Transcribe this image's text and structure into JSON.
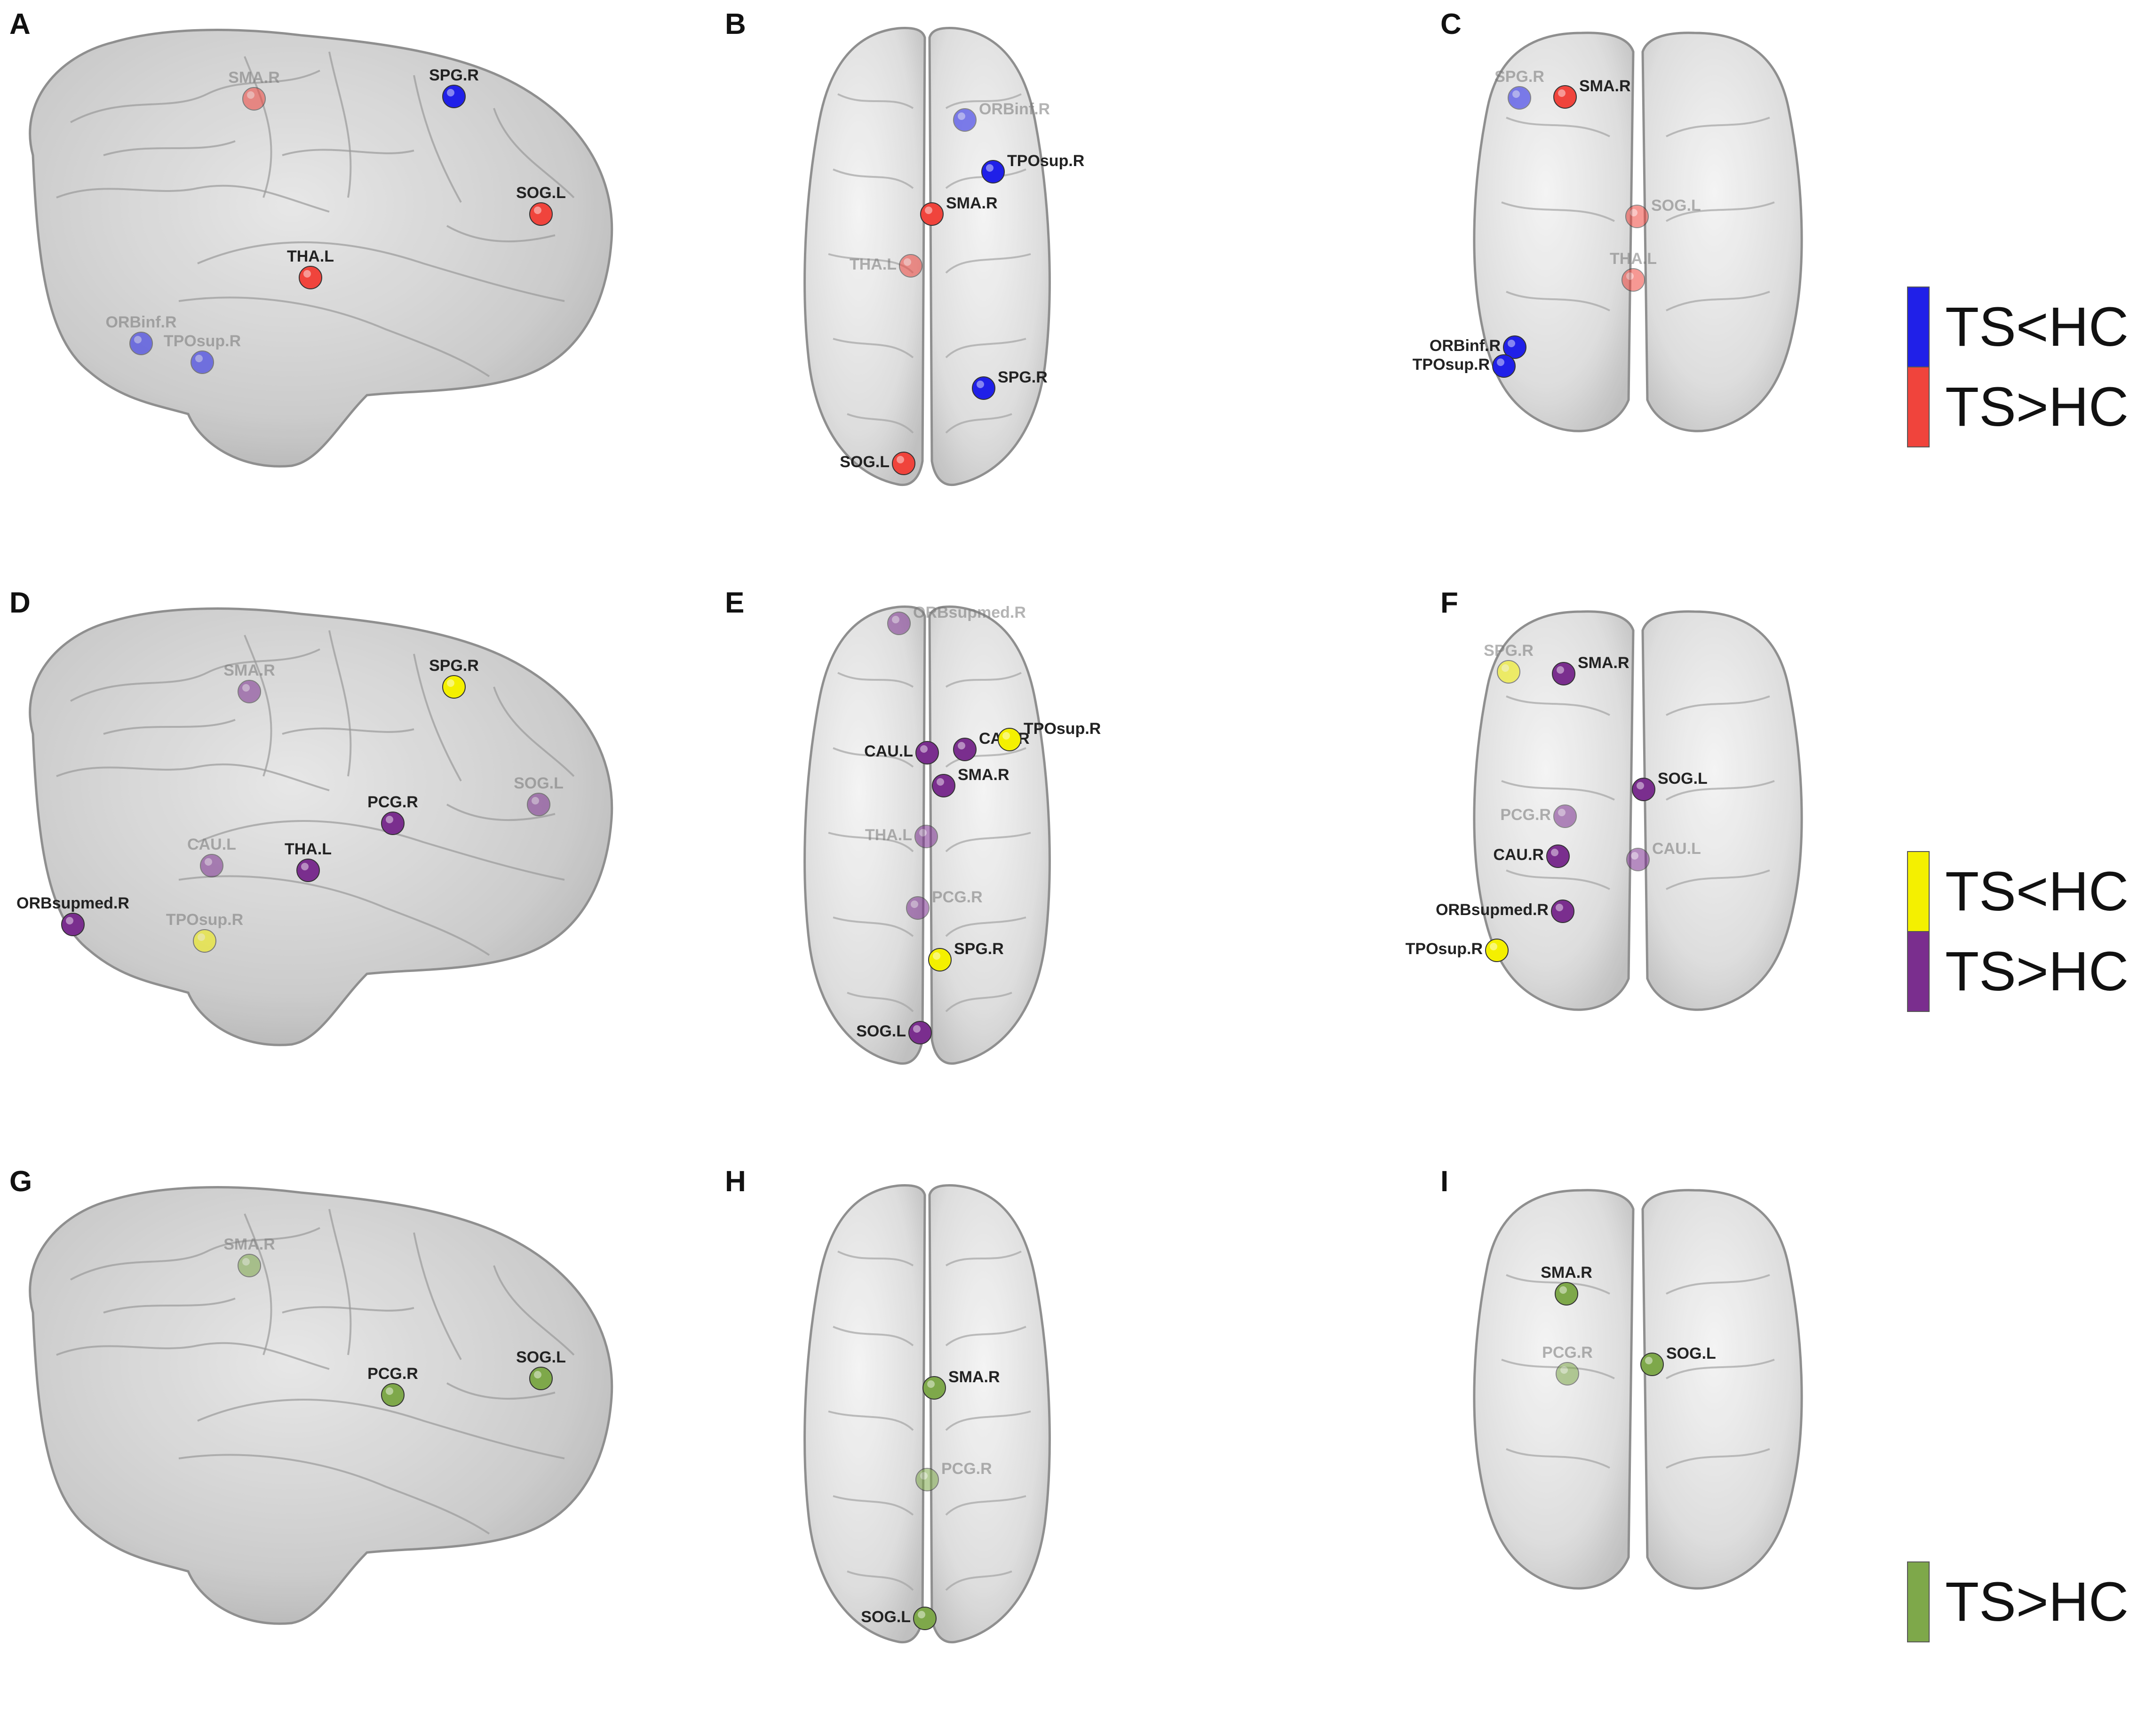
{
  "colors": {
    "blue": "#2020e8",
    "red": "#f0443c",
    "yellow": "#f4f000",
    "purple": "#7a2e8e",
    "green": "#7ea84a",
    "brain_fill": "#c8c8c8",
    "brain_stroke": "#8a8a8a"
  },
  "panels": [
    {
      "id": "A",
      "view": "sagittal",
      "nodes": [
        {
          "label": "SMA.R",
          "color": "red",
          "faded": true
        },
        {
          "label": "SPG.R",
          "color": "blue",
          "faded": false
        },
        {
          "label": "SOG.L",
          "color": "red",
          "faded": false
        },
        {
          "label": "THA.L",
          "color": "red",
          "faded": false
        },
        {
          "label": "ORBinf.R",
          "color": "blue",
          "faded": true
        },
        {
          "label": "TPOsup.R",
          "color": "blue",
          "faded": true
        }
      ]
    },
    {
      "id": "B",
      "view": "axial",
      "nodes": [
        {
          "label": "ORBinf.R",
          "color": "blue",
          "faded": true
        },
        {
          "label": "TPOsup.R",
          "color": "blue",
          "faded": false
        },
        {
          "label": "SMA.R",
          "color": "red",
          "faded": false
        },
        {
          "label": "THA.L",
          "color": "red",
          "faded": true
        },
        {
          "label": "SPG.R",
          "color": "blue",
          "faded": false
        },
        {
          "label": "SOG.L",
          "color": "red",
          "faded": false
        }
      ]
    },
    {
      "id": "C",
      "view": "coronal",
      "nodes": [
        {
          "label": "SPG.R",
          "color": "blue",
          "faded": true
        },
        {
          "label": "SMA.R",
          "color": "red",
          "faded": false
        },
        {
          "label": "SOG.L",
          "color": "red",
          "faded": true
        },
        {
          "label": "THA.L",
          "color": "red",
          "faded": true
        },
        {
          "label": "ORBinf.R",
          "color": "blue",
          "faded": false
        },
        {
          "label": "TPOsup.R",
          "color": "blue",
          "faded": false
        }
      ]
    },
    {
      "id": "D",
      "view": "sagittal",
      "nodes": [
        {
          "label": "SMA.R",
          "color": "purple",
          "faded": true
        },
        {
          "label": "SPG.R",
          "color": "yellow",
          "faded": false
        },
        {
          "label": "SOG.L",
          "color": "purple",
          "faded": true
        },
        {
          "label": "PCG.R",
          "color": "purple",
          "faded": false
        },
        {
          "label": "CAU.L",
          "color": "purple",
          "faded": true
        },
        {
          "label": "THA.L",
          "color": "purple",
          "faded": false
        },
        {
          "label": "ORBsupmed.R",
          "color": "purple",
          "faded": false
        },
        {
          "label": "TPOsup.R",
          "color": "yellow",
          "faded": true
        }
      ]
    },
    {
      "id": "E",
      "view": "axial",
      "nodes": [
        {
          "label": "ORBsupmed.R",
          "color": "purple",
          "faded": true
        },
        {
          "label": "CAU.L",
          "color": "purple",
          "faded": false
        },
        {
          "label": "CAU.R",
          "color": "purple",
          "faded": false
        },
        {
          "label": "TPOsup.R",
          "color": "yellow",
          "faded": false
        },
        {
          "label": "SMA.R",
          "color": "purple",
          "faded": false
        },
        {
          "label": "THA.L",
          "color": "purple",
          "faded": true
        },
        {
          "label": "PCG.R",
          "color": "purple",
          "faded": true
        },
        {
          "label": "SPG.R",
          "color": "yellow",
          "faded": false
        },
        {
          "label": "SOG.L",
          "color": "purple",
          "faded": false
        }
      ]
    },
    {
      "id": "F",
      "view": "coronal",
      "nodes": [
        {
          "label": "SPG.R",
          "color": "yellow",
          "faded": true
        },
        {
          "label": "SMA.R",
          "color": "purple",
          "faded": false
        },
        {
          "label": "SOG.L",
          "color": "purple",
          "faded": false
        },
        {
          "label": "PCG.R",
          "color": "purple",
          "faded": true
        },
        {
          "label": "CAU.R",
          "color": "purple",
          "faded": false
        },
        {
          "label": "CAU.L",
          "color": "purple",
          "faded": true
        },
        {
          "label": "ORBsupmed.R",
          "color": "purple",
          "faded": false
        },
        {
          "label": "TPOsup.R",
          "color": "yellow",
          "faded": false
        }
      ]
    },
    {
      "id": "G",
      "view": "sagittal",
      "nodes": [
        {
          "label": "SMA.R",
          "color": "green",
          "faded": true
        },
        {
          "label": "SOG.L",
          "color": "green",
          "faded": false
        },
        {
          "label": "PCG.R",
          "color": "green",
          "faded": false
        }
      ]
    },
    {
      "id": "H",
      "view": "axial",
      "nodes": [
        {
          "label": "SMA.R",
          "color": "green",
          "faded": false
        },
        {
          "label": "PCG.R",
          "color": "green",
          "faded": true
        },
        {
          "label": "SOG.L",
          "color": "green",
          "faded": false
        }
      ]
    },
    {
      "id": "I",
      "view": "coronal",
      "nodes": [
        {
          "label": "SMA.R",
          "color": "green",
          "faded": false
        },
        {
          "label": "PCG.R",
          "color": "green",
          "faded": true
        },
        {
          "label": "SOG.L",
          "color": "green",
          "faded": false
        }
      ]
    }
  ],
  "legends": [
    {
      "row": 0,
      "entries": [
        {
          "label": "TS<HC",
          "color": "blue"
        },
        {
          "label": "TS>HC",
          "color": "red"
        }
      ]
    },
    {
      "row": 1,
      "entries": [
        {
          "label": "TS<HC",
          "color": "yellow"
        },
        {
          "label": "TS>HC",
          "color": "purple"
        }
      ]
    },
    {
      "row": 2,
      "entries": [
        {
          "label": "TS>HC",
          "color": "green"
        }
      ]
    }
  ]
}
